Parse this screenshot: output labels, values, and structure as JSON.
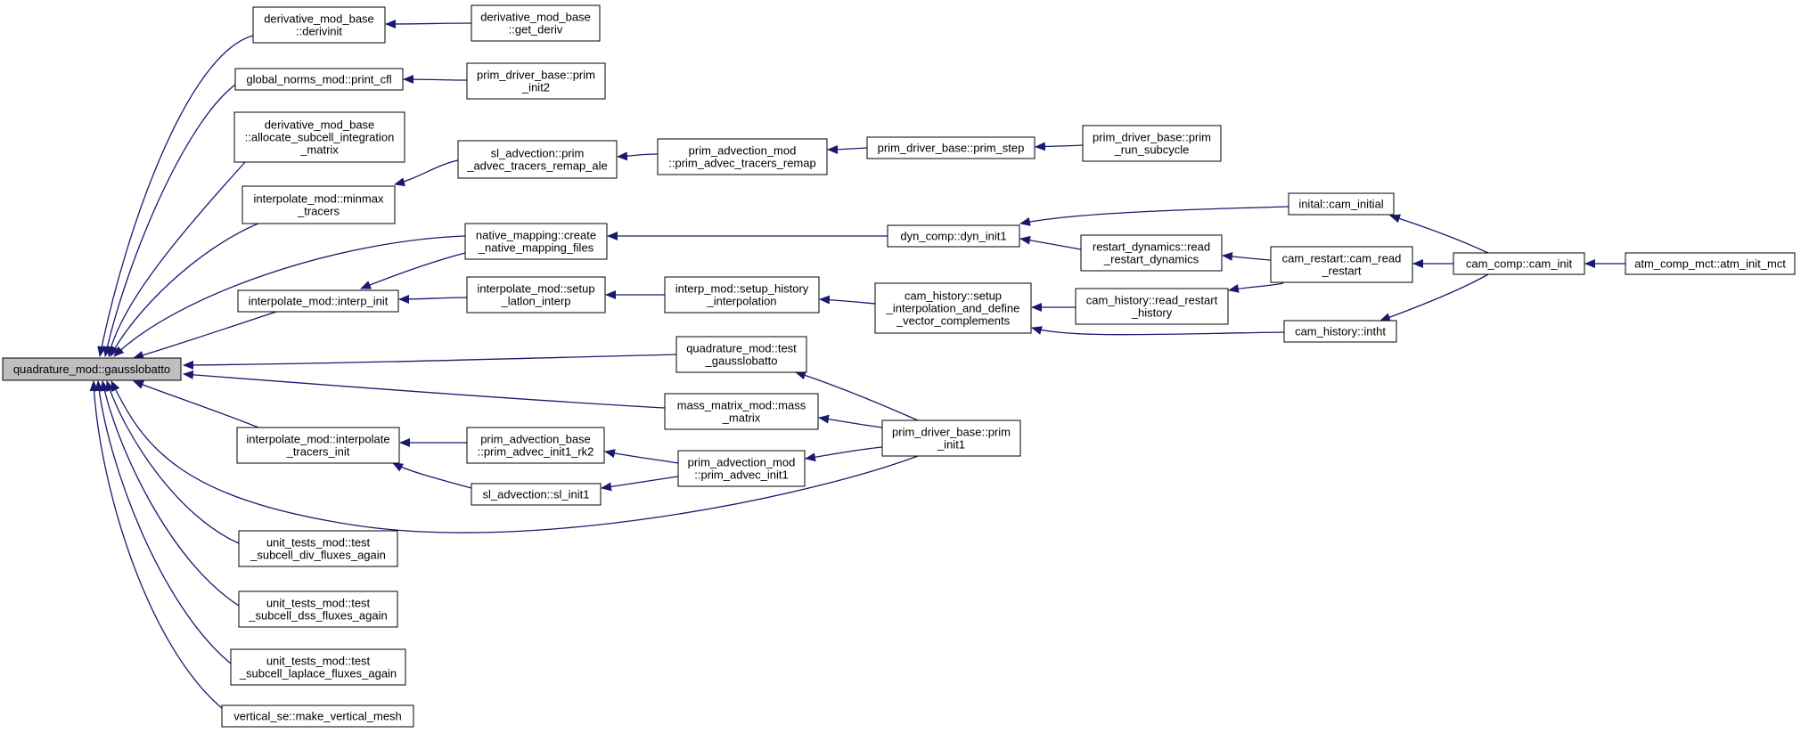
{
  "graph": {
    "root_label": [
      "quadrature_mod::gausslobatto"
    ],
    "nodes": [
      {
        "id": "deriv_init",
        "lines": [
          "derivative_mod_base",
          "::derivinit"
        ]
      },
      {
        "id": "get_deriv",
        "lines": [
          "derivative_mod_base",
          "::get_deriv"
        ]
      },
      {
        "id": "print_cfl",
        "lines": [
          "global_norms_mod::print_cfl"
        ]
      },
      {
        "id": "prim_init2",
        "lines": [
          "prim_driver_base::prim",
          "_init2"
        ]
      },
      {
        "id": "alloc_subcell",
        "lines": [
          "derivative_mod_base",
          "::allocate_subcell_integration",
          "_matrix"
        ]
      },
      {
        "id": "sl_remap_ale",
        "lines": [
          "sl_advection::prim",
          "_advec_tracers_remap_ale"
        ]
      },
      {
        "id": "prim_advec_remap",
        "lines": [
          "prim_advection_mod",
          "::prim_advec_tracers_remap"
        ]
      },
      {
        "id": "prim_step",
        "lines": [
          "prim_driver_base::prim_step"
        ]
      },
      {
        "id": "prim_run_subcycle",
        "lines": [
          "prim_driver_base::prim",
          "_run_subcycle"
        ]
      },
      {
        "id": "minmax_tracers",
        "lines": [
          "interpolate_mod::minmax",
          "_tracers"
        ]
      },
      {
        "id": "create_native",
        "lines": [
          "native_mapping::create",
          "_native_mapping_files"
        ]
      },
      {
        "id": "dyn_init1",
        "lines": [
          "dyn_comp::dyn_init1"
        ]
      },
      {
        "id": "cam_initial",
        "lines": [
          "inital::cam_initial"
        ]
      },
      {
        "id": "read_restart_dyn",
        "lines": [
          "restart_dynamics::read",
          "_restart_dynamics"
        ]
      },
      {
        "id": "cam_read_restart",
        "lines": [
          "cam_restart::cam_read",
          "_restart"
        ]
      },
      {
        "id": "cam_init",
        "lines": [
          "cam_comp::cam_init"
        ]
      },
      {
        "id": "atm_init_mct",
        "lines": [
          "atm_comp_mct::atm_init_mct"
        ]
      },
      {
        "id": "interp_init",
        "lines": [
          "interpolate_mod::interp_init"
        ]
      },
      {
        "id": "setup_latlon",
        "lines": [
          "interpolate_mod::setup",
          "_latlon_interp"
        ]
      },
      {
        "id": "setup_history_interp",
        "lines": [
          "interp_mod::setup_history",
          "_interpolation"
        ]
      },
      {
        "id": "cam_hist_setup",
        "lines": [
          "cam_history::setup",
          "_interpolation_and_define",
          "_vector_complements"
        ]
      },
      {
        "id": "read_restart_hist",
        "lines": [
          "cam_history::read_restart",
          "_history"
        ]
      },
      {
        "id": "intht",
        "lines": [
          "cam_history::intht"
        ]
      },
      {
        "id": "test_gausslobatto",
        "lines": [
          "quadrature_mod::test",
          "_gausslobatto"
        ]
      },
      {
        "id": "mass_matrix",
        "lines": [
          "mass_matrix_mod::mass",
          "_matrix"
        ]
      },
      {
        "id": "prim_init1",
        "lines": [
          "prim_driver_base::prim",
          "_init1"
        ]
      },
      {
        "id": "interp_tracers_init",
        "lines": [
          "interpolate_mod::interpolate",
          "_tracers_init"
        ]
      },
      {
        "id": "prim_advec_init1_rk2",
        "lines": [
          "prim_advection_base",
          "::prim_advec_init1_rk2"
        ]
      },
      {
        "id": "prim_advec_init1",
        "lines": [
          "prim_advection_mod",
          "::prim_advec_init1"
        ]
      },
      {
        "id": "sl_init1",
        "lines": [
          "sl_advection::sl_init1"
        ]
      },
      {
        "id": "div_fluxes",
        "lines": [
          "unit_tests_mod::test",
          "_subcell_div_fluxes_again"
        ]
      },
      {
        "id": "dss_fluxes",
        "lines": [
          "unit_tests_mod::test",
          "_subcell_dss_fluxes_again"
        ]
      },
      {
        "id": "laplace_fluxes",
        "lines": [
          "unit_tests_mod::test",
          "_subcell_laplace_fluxes_again"
        ]
      },
      {
        "id": "vertical_mesh",
        "lines": [
          "vertical_se::make_vertical_mesh"
        ]
      }
    ],
    "edges": [
      {
        "from": "deriv_init",
        "to": "root"
      },
      {
        "from": "print_cfl",
        "to": "root"
      },
      {
        "from": "alloc_subcell",
        "to": "root"
      },
      {
        "from": "minmax_tracers",
        "to": "root"
      },
      {
        "from": "create_native",
        "to": "root"
      },
      {
        "from": "interp_init",
        "to": "root"
      },
      {
        "from": "test_gausslobatto",
        "to": "root"
      },
      {
        "from": "mass_matrix",
        "to": "root"
      },
      {
        "from": "interp_tracers_init",
        "to": "root"
      },
      {
        "from": "prim_init1",
        "to": "root"
      },
      {
        "from": "div_fluxes",
        "to": "root"
      },
      {
        "from": "dss_fluxes",
        "to": "root"
      },
      {
        "from": "laplace_fluxes",
        "to": "root"
      },
      {
        "from": "vertical_mesh",
        "to": "root"
      },
      {
        "from": "get_deriv",
        "to": "deriv_init"
      },
      {
        "from": "prim_init2",
        "to": "print_cfl"
      },
      {
        "from": "sl_remap_ale",
        "to": "minmax_tracers"
      },
      {
        "from": "prim_advec_remap",
        "to": "sl_remap_ale"
      },
      {
        "from": "prim_step",
        "to": "prim_advec_remap"
      },
      {
        "from": "prim_run_subcycle",
        "to": "prim_step"
      },
      {
        "from": "create_native",
        "to": "interp_init"
      },
      {
        "from": "dyn_init1",
        "to": "create_native"
      },
      {
        "from": "cam_initial",
        "to": "dyn_init1"
      },
      {
        "from": "read_restart_dyn",
        "to": "dyn_init1"
      },
      {
        "from": "cam_init",
        "to": "cam_initial"
      },
      {
        "from": "cam_read_restart",
        "to": "read_restart_dyn"
      },
      {
        "from": "cam_init",
        "to": "cam_read_restart"
      },
      {
        "from": "atm_init_mct",
        "to": "cam_init"
      },
      {
        "from": "setup_latlon",
        "to": "interp_init"
      },
      {
        "from": "setup_history_interp",
        "to": "setup_latlon"
      },
      {
        "from": "cam_hist_setup",
        "to": "setup_history_interp"
      },
      {
        "from": "read_restart_hist",
        "to": "cam_hist_setup"
      },
      {
        "from": "intht",
        "to": "cam_hist_setup"
      },
      {
        "from": "cam_read_restart",
        "to": "read_restart_hist"
      },
      {
        "from": "cam_init",
        "to": "intht"
      },
      {
        "from": "prim_init1",
        "to": "test_gausslobatto"
      },
      {
        "from": "prim_init1",
        "to": "mass_matrix"
      },
      {
        "from": "prim_advec_init1_rk2",
        "to": "interp_tracers_init"
      },
      {
        "from": "sl_init1",
        "to": "interp_tracers_init"
      },
      {
        "from": "prim_advec_init1",
        "to": "prim_advec_init1_rk2"
      },
      {
        "from": "prim_advec_init1",
        "to": "sl_init1"
      },
      {
        "from": "prim_init1",
        "to": "prim_advec_init1"
      }
    ]
  }
}
